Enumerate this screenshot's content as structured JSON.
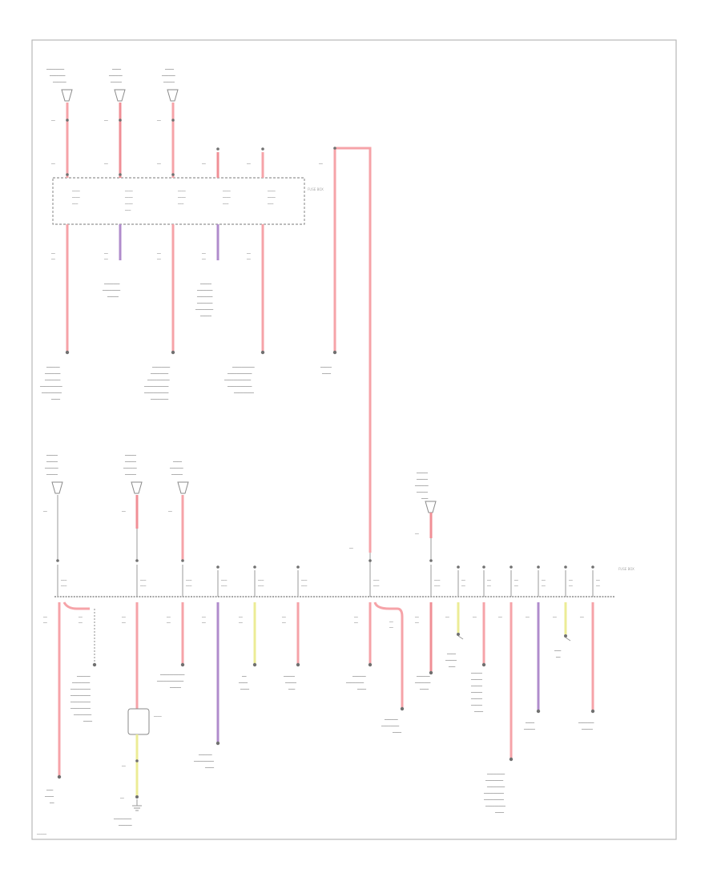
{
  "diagram": {
    "top_fuse_box_label": "FUSE BOX",
    "bottom_fuse_box_label": "FUSE BOX",
    "relay_label": "RELAY"
  },
  "icons": {
    "source_connector": "source-connector-icon",
    "splice": "splice-dot-icon",
    "ground": "ground-icon",
    "relay": "relay-icon"
  },
  "colors": {
    "wire_red": "#f6a3a8",
    "wire_violet": "#b08ccc",
    "wire_yellow": "#ecec96",
    "frame": "#b8b8b8",
    "bus": "#8a8a8a"
  }
}
